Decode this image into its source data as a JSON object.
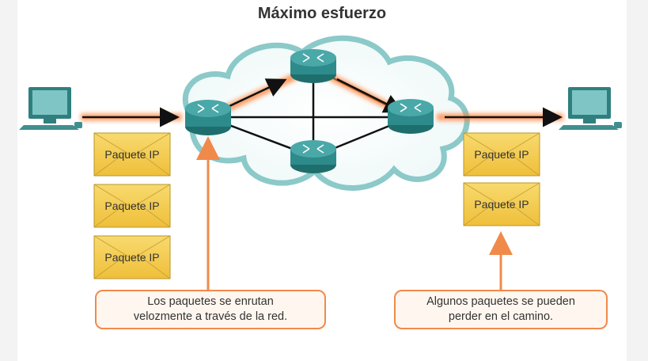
{
  "title": "Máximo esfuerzo",
  "packet_label": "Paquete IP",
  "left_packets": [
    "Paquete IP",
    "Paquete IP",
    "Paquete IP"
  ],
  "right_packets": [
    "Paquete IP",
    "Paquete IP"
  ],
  "callout_left": {
    "line1": "Los paquetes se enrutan",
    "line2": "velozmente a través de la red."
  },
  "callout_right": {
    "line1": "Algunos paquetes se pueden",
    "line2": "perder en el camino."
  },
  "colors": {
    "accent": "#f08a4b",
    "router": "#2e8b8b",
    "cloud_stroke": "#8cc9c9",
    "packet_fill": "#f3c84a",
    "computer": "#5aa7a7"
  },
  "icons": [
    "computer-icon",
    "router-icon",
    "cloud-icon",
    "envelope-icon"
  ]
}
